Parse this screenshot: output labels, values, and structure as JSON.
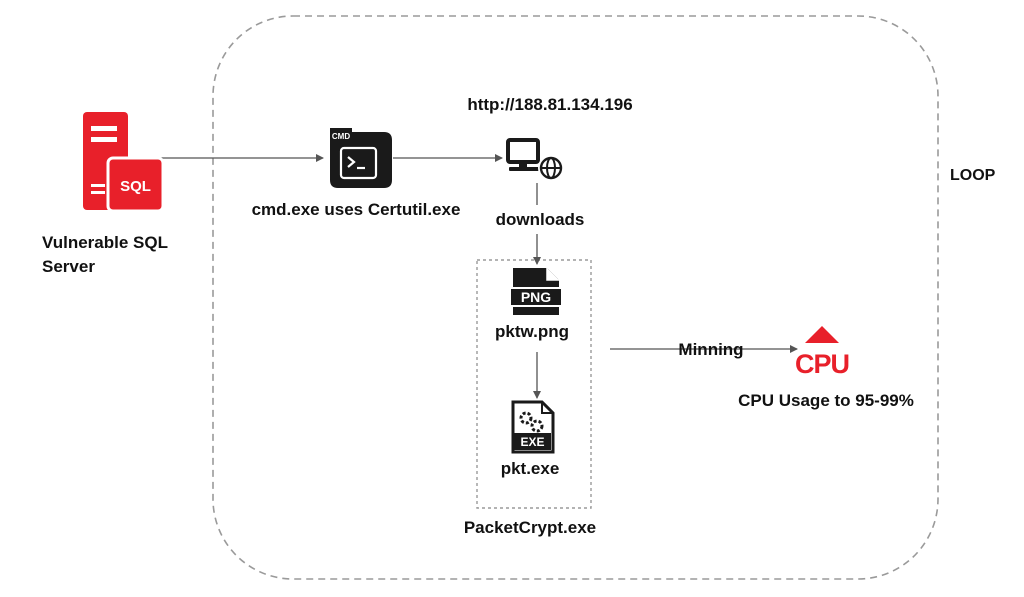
{
  "labels": {
    "server": "Vulnerable SQL Server",
    "server_line1": "Vulnerable SQL",
    "server_line2": "Server",
    "sql_badge": "SQL",
    "cmd_badge": "CMD",
    "cmd": "cmd.exe uses Certutil.exe",
    "url": "http://188.81.134.196",
    "downloads": "downloads",
    "png_badge": "PNG",
    "png_file": "pktw.png",
    "exe_badge": "EXE",
    "exe_file": "pkt.exe",
    "packet": "PacketCrypt.exe",
    "mining": "Minning",
    "cpu_badge": "CPU",
    "cpu": "CPU Usage to 95-99%",
    "loop": "LOOP"
  },
  "icons": [
    "sql-server-icon",
    "cmd-terminal-icon",
    "web-download-icon",
    "png-file-icon",
    "exe-file-icon",
    "cpu-icon"
  ],
  "colors": {
    "server_red": "#e8202a",
    "cpu_red": "#e8202a",
    "icon_dark": "#1a1a1a",
    "loop_border": "#9a9a9a",
    "arrow": "#555555"
  }
}
